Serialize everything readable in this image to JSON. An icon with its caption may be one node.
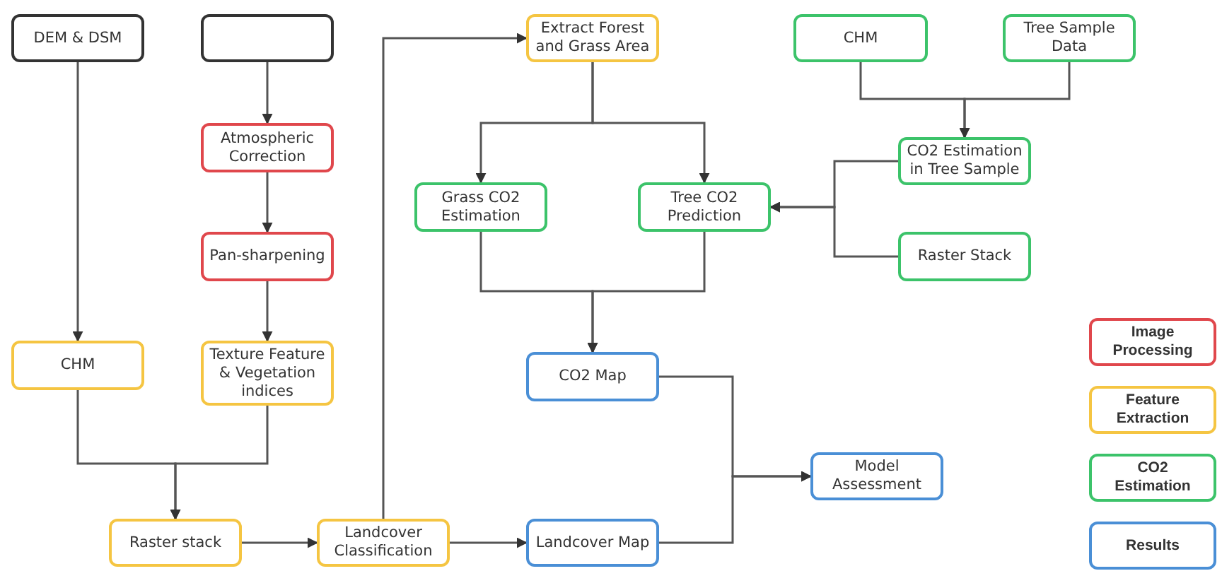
{
  "diagram": {
    "nodes": [
      {
        "text": [
          "DEM & DSM"
        ]
      },
      {
        "text": [],
        "shape": "box"
      },
      {
        "text": [
          "Atmospheric Correction"
        ]
      },
      {
        "text": [
          "Pan-sharpening"
        ]
      },
      {
        "text": [
          "CHM"
        ]
      },
      {
        "text": [
          "Texture Feature & Vegetation indices"
        ]
      },
      {
        "text": [
          "Raster stack"
        ]
      },
      {
        "text": [
          "Landcover Classification"
        ]
      },
      {
        "text": [
          "Extract Forest and Grass Area"
        ]
      },
      {
        "text": [
          "CHM"
        ]
      },
      {
        "text": [
          "Tree Sample Data"
        ]
      },
      {
        "text": [
          "Grass CO2 Estimation"
        ]
      },
      {
        "text": [
          "Tree CO2 Prediction"
        ]
      },
      {
        "text": [
          "CO2 Estimation in Tree Sample"
        ]
      },
      {
        "text": [
          "Raster Stack"
        ]
      },
      {
        "text": [
          "CO2 Map"
        ]
      },
      {
        "text": [
          "Landcover Map"
        ]
      },
      {
        "text": [
          "Model Assessment"
        ]
      }
    ],
    "edges": [
      {
        "from": 0,
        "to": 4,
        "arrow": "to"
      },
      {
        "from": 1,
        "to": 2,
        "arrow": "to"
      },
      {
        "from": 2,
        "to": 3,
        "arrow": "to"
      },
      {
        "from": 3,
        "to": 5,
        "arrow": "to"
      },
      {
        "from": 4,
        "to": 6,
        "arrow": "to"
      },
      {
        "from": 5,
        "to": 6,
        "arrow": "to"
      },
      {
        "from": 6,
        "to": 7,
        "arrow": "to"
      },
      {
        "from": 7,
        "to": 8,
        "arrow": "to"
      },
      {
        "from": 7,
        "to": 16,
        "arrow": "to"
      },
      {
        "from": 8,
        "to": 11,
        "arrow": "to"
      },
      {
        "from": 8,
        "to": 12,
        "arrow": "to"
      },
      {
        "from": 9,
        "to": 13,
        "arrow": "to"
      },
      {
        "from": 10,
        "to": 13,
        "arrow": "to"
      },
      {
        "from": 13,
        "to": 12,
        "arrow": "to"
      },
      {
        "from": 14,
        "to": 12,
        "arrow": "to"
      },
      {
        "from": 11,
        "to": 15,
        "arrow": "to"
      },
      {
        "from": 12,
        "to": 15,
        "arrow": "to"
      },
      {
        "from": 15,
        "to": 17,
        "arrow": "to"
      },
      {
        "from": 16,
        "to": 17,
        "arrow": "to"
      }
    ],
    "legend": [
      {
        "text": "Image Processing",
        "color": "#e0474c"
      },
      {
        "text": "Feature Extraction",
        "color": "#f5c542"
      },
      {
        "text": "CO2 Estimation",
        "color": "#3cc36a"
      },
      {
        "text": "Results",
        "color": "#4a8fd6"
      }
    ]
  }
}
